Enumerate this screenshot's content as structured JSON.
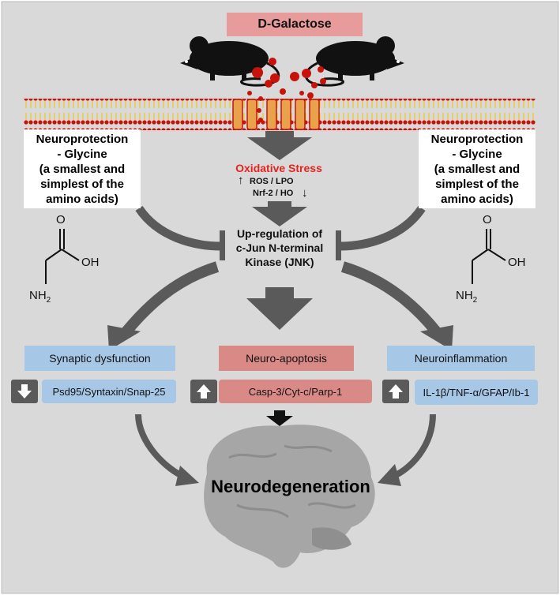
{
  "header": {
    "stimulus": "D-Galactose"
  },
  "glycine_box_left": {
    "text": "Neuroprotection\n- Glycine\n(a smallest and\nsimplest of the\namino acids)"
  },
  "glycine_box_right": {
    "text": "Neuroprotection\n- Glycine\n(a smallest and\nsimplest of the\namino acids)"
  },
  "oxidative": {
    "title": "Oxidative Stress",
    "line1": "ROS / LPO",
    "line2": "Nrf-2 / HO",
    "up_arrow": "↑",
    "down_arrow": "↓"
  },
  "jnk": {
    "line1": "Up-regulation of",
    "line2": "c-Jun N-terminal",
    "line3": "Kinase (JNK)"
  },
  "outcomes": {
    "synaptic": {
      "label": "Synaptic dysfunction",
      "markers": "Psd95/Syntaxin/Snap-25",
      "direction": "down"
    },
    "apoptosis": {
      "label": "Neuro-apoptosis",
      "markers": "Casp-3/Cyt-c/Parp-1",
      "direction": "up"
    },
    "inflammation": {
      "label": "Neuroinflammation",
      "markers": "IL-1β/TNF-α/GFAP/Ib-1",
      "direction": "up"
    }
  },
  "result": {
    "label": "Neurodegeneration"
  },
  "glycine_structure": {
    "carbonyl": "O",
    "hydroxyl": "OH",
    "amine": "NH",
    "amine_sub": "2"
  },
  "colors": {
    "background": "#d9d9d9",
    "title_box": "#e89b9b",
    "blue_box": "#a7c7e7",
    "red_box": "#d98a87",
    "arrow_gray": "#5a5a5a",
    "membrane_red": "#c8120a",
    "membrane_yellow": "#f5c400",
    "oxidative_text": "#e8221c"
  },
  "icons": [
    "mouse-silhouette",
    "red-particle",
    "membrane-channel",
    "inhibition-arc",
    "brain-silhouette",
    "up-arrow-icon",
    "down-arrow-icon"
  ]
}
